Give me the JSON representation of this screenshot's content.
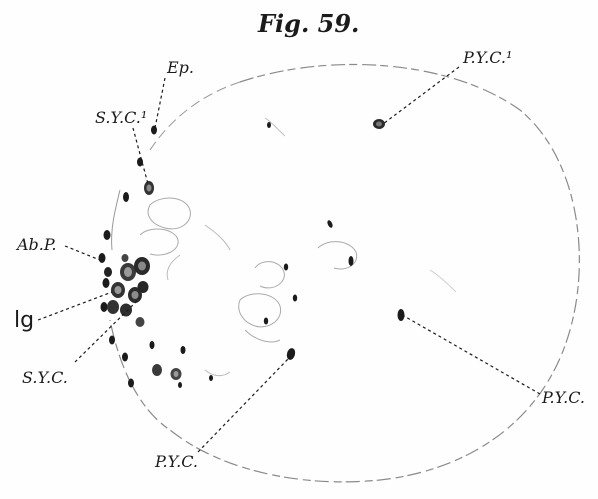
{
  "figure": {
    "title": "Fig. 59.",
    "ink_color": "#1b1b1b",
    "background_color": "#fefefe",
    "labels": {
      "pyc1": "P.Y.C.¹",
      "ep": "Ep.",
      "syc1": "S.Y.C.¹",
      "abp": "Ab.P.",
      "lg": "lg",
      "syc": "S.Y.C.",
      "pyc_right": "P.Y.C.",
      "pyc_bottom": "P.Y.C."
    }
  }
}
